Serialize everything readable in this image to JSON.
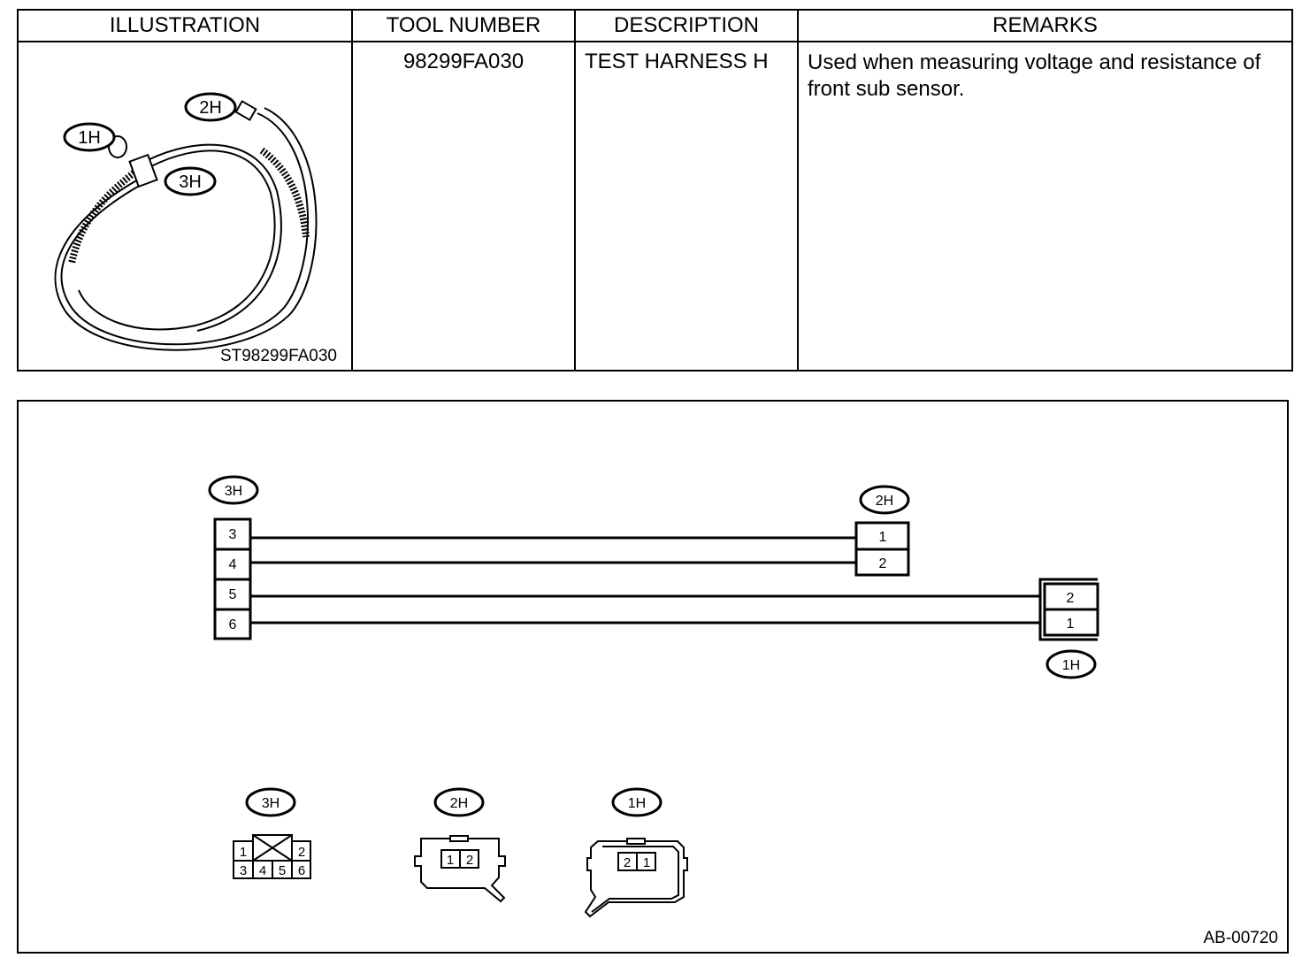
{
  "table": {
    "headers": [
      "ILLUSTRATION",
      "TOOL NUMBER",
      "DESCRIPTION",
      "REMARKS"
    ],
    "tool_number": "98299FA030",
    "description": "TEST HARNESS H",
    "remarks": "Used when measuring voltage and resistance of front sub sensor.",
    "illustration_code": "ST98299FA030",
    "illustration_labels": [
      "1H",
      "2H",
      "3H"
    ]
  },
  "diagram": {
    "connectors": {
      "c3h": {
        "label": "3H",
        "pins": [
          "3",
          "4",
          "5",
          "6"
        ]
      },
      "c2h": {
        "label": "2H",
        "pins": [
          "1",
          "2"
        ]
      },
      "c1h": {
        "label": "1H",
        "pins": [
          "2",
          "1"
        ]
      }
    },
    "faces": {
      "f3h": {
        "label": "3H",
        "top_pins": [
          "1",
          "2"
        ],
        "bottom_pins": [
          "3",
          "4",
          "5",
          "6"
        ]
      },
      "f2h": {
        "label": "2H",
        "pins": [
          "1",
          "2"
        ]
      },
      "f1h": {
        "label": "1H",
        "pins": [
          "2",
          "1"
        ]
      }
    },
    "reference": "AB-00720"
  }
}
